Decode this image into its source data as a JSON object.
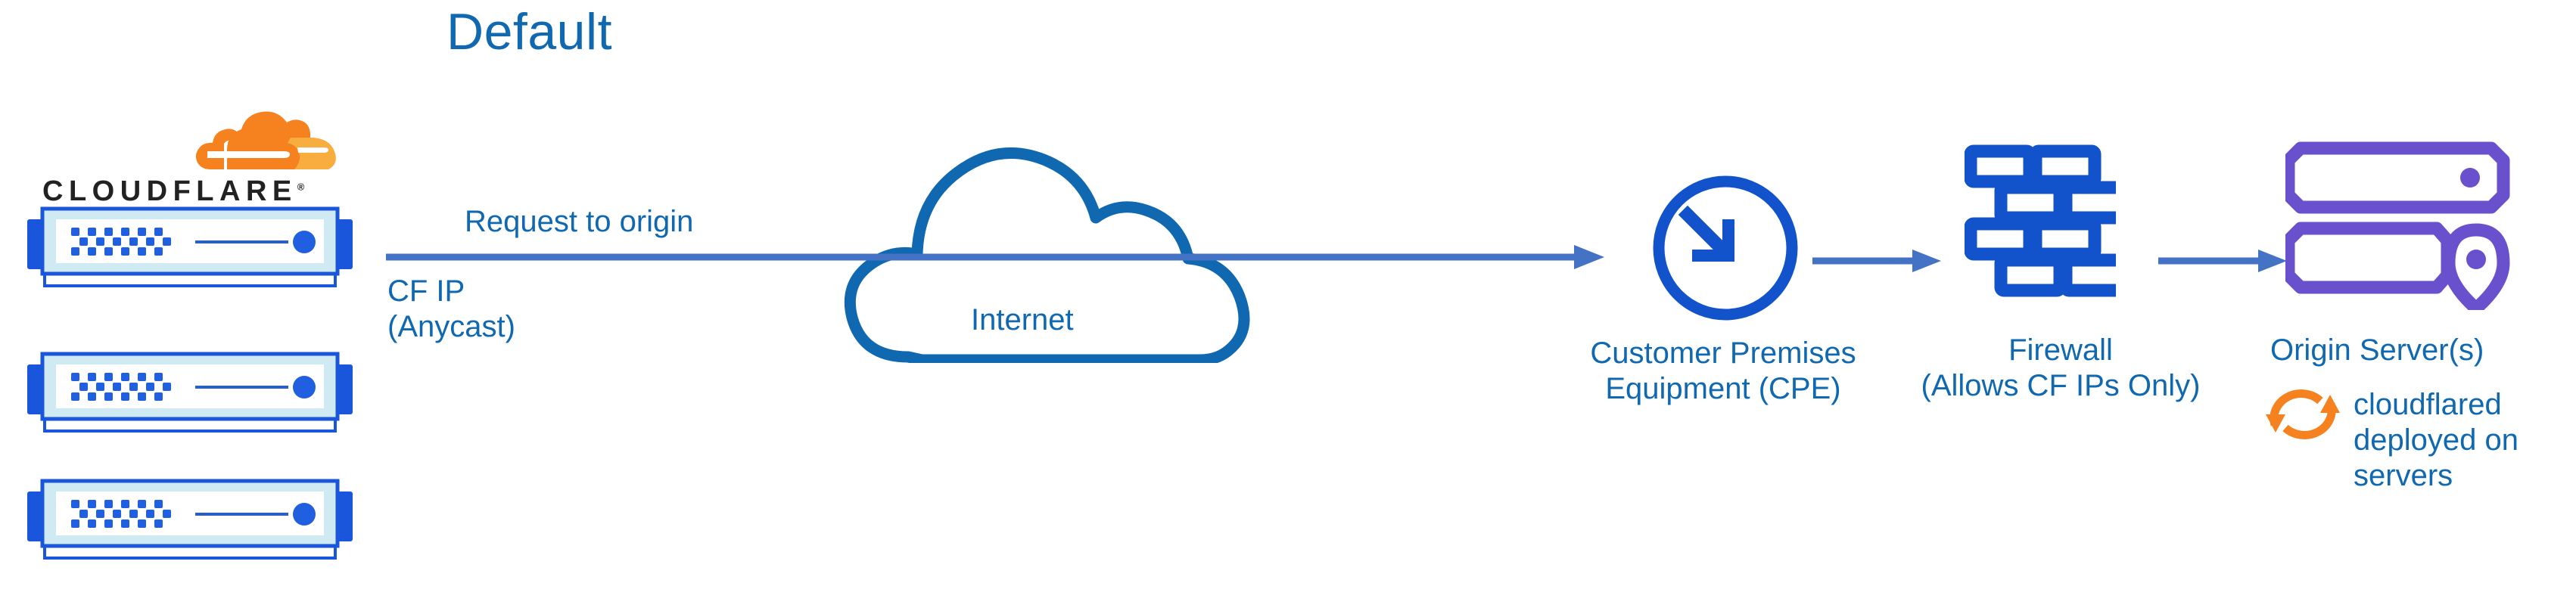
{
  "diagram": {
    "title": "Default",
    "type": "network-architecture-diagram"
  },
  "brand": {
    "logo_name": "cloudflare-logo",
    "wordmark": "CLOUDFLARE",
    "trademark": "®",
    "logo_color_primary": "#f6821f",
    "logo_color_secondary": "#faad3f",
    "wordmark_color": "#222222"
  },
  "colors": {
    "title_blue": "#1068b0",
    "label_blue": "#1068b0",
    "arrow_blue": "#4472c4",
    "icon_blue": "#1253cc",
    "cloud_blue": "#1068b0",
    "origin_purple": "#6950cc",
    "server_border_blue": "#1a56db",
    "server_inner_cyan": "#cfeaf2",
    "cloudflared_orange": "#f6821f"
  },
  "nodes": [
    {
      "id": "cloudflare-edge",
      "icon": "server-stack-icon",
      "count": 3,
      "label": "CF IP\n(Anycast)"
    },
    {
      "id": "internet",
      "icon": "cloud-icon",
      "label": "Internet"
    },
    {
      "id": "cpe",
      "icon": "router-icon",
      "label": "Customer Premises\nEquipment (CPE)"
    },
    {
      "id": "firewall",
      "icon": "brick-wall-icon",
      "label": "Firewall\n(Allows CF IPs Only)"
    },
    {
      "id": "origin",
      "icon": "server-rack-pin-icon",
      "label": "Origin Server(s)"
    }
  ],
  "connections": [
    {
      "id": "edge-to-cpe",
      "from": "cloudflare-edge",
      "to": "cpe",
      "label": "Request to origin",
      "style": "solid-arrow"
    },
    {
      "id": "cpe-to-firewall",
      "from": "cpe",
      "to": "firewall",
      "label": "",
      "style": "solid-arrow"
    },
    {
      "id": "firewall-to-origin",
      "from": "firewall",
      "to": "origin",
      "label": "",
      "style": "solid-arrow"
    }
  ],
  "annotations": [
    {
      "id": "cloudflared-note",
      "icon": "sync-arrows-icon",
      "text": "cloudflared\ndeployed on\nservers"
    }
  ],
  "labels": {
    "title": "Default",
    "request_to_origin": "Request to origin",
    "cf_ip_anycast": "CF IP\n(Anycast)",
    "internet": "Internet",
    "cpe": "Customer Premises\nEquipment (CPE)",
    "firewall": "Firewall\n(Allows CF IPs Only)",
    "origin_server": "Origin Server(s)",
    "cloudflared": "cloudflared\ndeployed on\nservers"
  }
}
